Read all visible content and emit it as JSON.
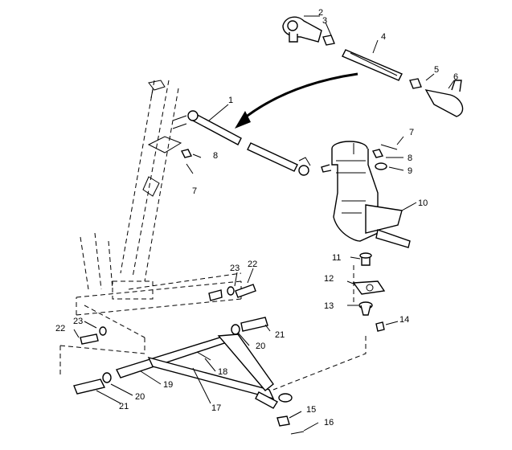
{
  "figure": {
    "callouts": [
      "1",
      "2",
      "3",
      "4",
      "5",
      "6",
      "7",
      "8",
      "9",
      "10",
      "11",
      "12",
      "13",
      "14",
      "15",
      "16",
      "17",
      "18",
      "19",
      "20",
      "21",
      "22",
      "23"
    ]
  },
  "callout_instances": [
    {
      "text": "1"
    },
    {
      "text": "2"
    },
    {
      "text": "3"
    },
    {
      "text": "4"
    },
    {
      "text": "5"
    },
    {
      "text": "6"
    },
    {
      "text": "7"
    },
    {
      "text": "8"
    },
    {
      "text": "9"
    },
    {
      "text": "10"
    },
    {
      "text": "8"
    },
    {
      "text": "7"
    },
    {
      "text": "11"
    },
    {
      "text": "12"
    },
    {
      "text": "13"
    },
    {
      "text": "14"
    },
    {
      "text": "23"
    },
    {
      "text": "22"
    },
    {
      "text": "22"
    },
    {
      "text": "23"
    },
    {
      "text": "21"
    },
    {
      "text": "20"
    },
    {
      "text": "18"
    },
    {
      "text": "19"
    },
    {
      "text": "20"
    },
    {
      "text": "21"
    },
    {
      "text": "17"
    },
    {
      "text": "15"
    },
    {
      "text": "16"
    }
  ]
}
